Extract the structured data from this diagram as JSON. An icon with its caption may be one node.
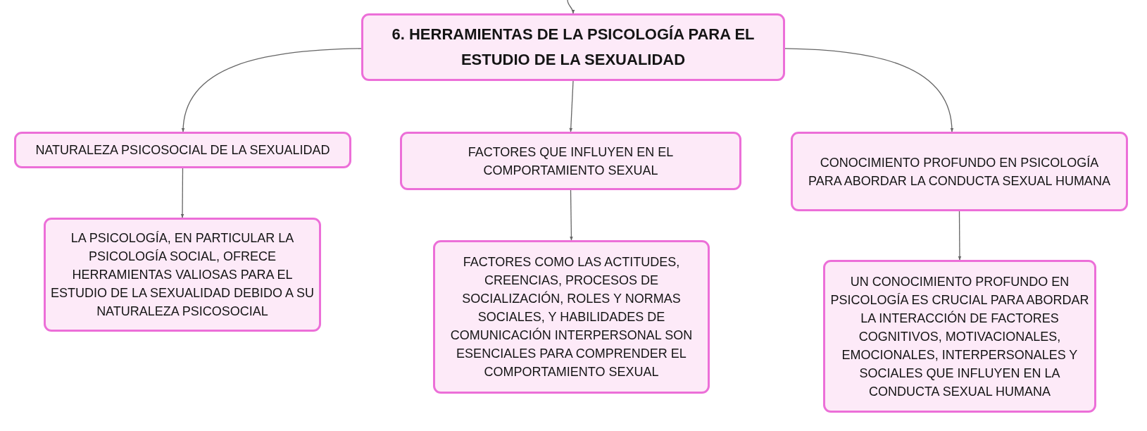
{
  "diagram": {
    "nodes": [
      {
        "text": [
          "6. HERRAMIENTAS DE LA PSICOLOGÍA PARA EL ESTUDIO DE LA SEXUALIDAD"
        ]
      },
      {
        "text": [
          "NATURALEZA PSICOSOCIAL DE LA SEXUALIDAD"
        ]
      },
      {
        "text": [
          "FACTORES QUE INFLUYEN EN EL COMPORTAMIENTO SEXUAL"
        ]
      },
      {
        "text": [
          "CONOCIMIENTO PROFUNDO EN PSICOLOGÍA PARA ABORDAR LA CONDUCTA SEXUAL HUMANA"
        ]
      },
      {
        "text": [
          "LA PSICOLOGÍA, EN PARTICULAR LA PSICOLOGÍA SOCIAL, OFRECE HERRAMIENTAS VALIOSAS PARA EL ESTUDIO DE LA SEXUALIDAD DEBIDO A SU NATURALEZA PSICOSOCIAL"
        ]
      },
      {
        "text": [
          "FACTORES COMO LAS ACTITUDES, CREENCIAS, PROCESOS DE SOCIALIZACIÓN, ROLES Y NORMAS SOCIALES, Y HABILIDADES DE COMUNICACIÓN INTERPERSONAL SON ESENCIALES PARA COMPRENDER EL COMPORTAMIENTO SEXUAL"
        ]
      },
      {
        "text": [
          "UN CONOCIMIENTO PROFUNDO EN PSICOLOGÍA ES CRUCIAL PARA ABORDAR LA INTERACCIÓN DE FACTORES COGNITIVOS, MOTIVACIONALES, EMOCIONALES, INTERPERSONALES Y SOCIALES QUE INFLUYEN EN LA CONDUCTA SEXUAL HUMANA"
        ]
      }
    ],
    "edges": [
      {
        "from": null,
        "to": 0,
        "arrow": "to"
      },
      {
        "from": 0,
        "to": 1,
        "arrow": "to"
      },
      {
        "from": 0,
        "to": 2,
        "arrow": "to"
      },
      {
        "from": 0,
        "to": 3,
        "arrow": "to"
      },
      {
        "from": 1,
        "to": 4,
        "arrow": "to"
      },
      {
        "from": 2,
        "to": 5,
        "arrow": "to"
      },
      {
        "from": 3,
        "to": 6,
        "arrow": "to"
      }
    ]
  }
}
